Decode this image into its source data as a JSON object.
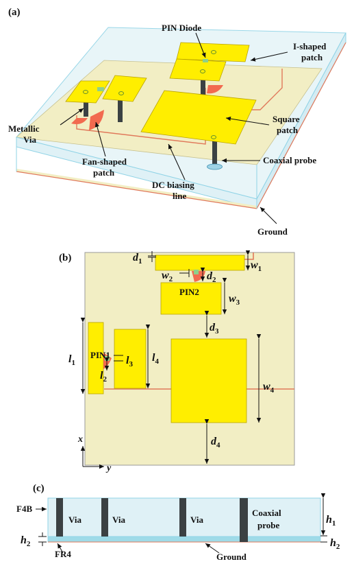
{
  "panels": {
    "a": {
      "label": "(a)",
      "callouts": {
        "pin_diode": "PIN Diode",
        "i_shaped_1": "I-shaped",
        "i_shaped_2": "patch",
        "metallic_1": "Metallic",
        "metallic_2": "Via",
        "square_1": "Square",
        "square_2": "patch",
        "fan_1": "Fan-shaped",
        "fan_2": "patch",
        "coax": "Coaxial probe",
        "dc_1": "DC biasing",
        "dc_2": "line",
        "ground": "Ground"
      }
    },
    "b": {
      "label": "(b)",
      "pin2": "PIN2",
      "pin1": "PIN1",
      "dims": {
        "d1": {
          "base": "d",
          "sub": "1"
        },
        "w1": {
          "base": "w",
          "sub": "1"
        },
        "w2": {
          "base": "w",
          "sub": "2"
        },
        "d2": {
          "base": "d",
          "sub": "2"
        },
        "w3": {
          "base": "w",
          "sub": "3"
        },
        "d3": {
          "base": "d",
          "sub": "3"
        },
        "l1": {
          "base": "l",
          "sub": "1"
        },
        "l2": {
          "base": "l",
          "sub": "2"
        },
        "l3": {
          "base": "l",
          "sub": "3"
        },
        "l4": {
          "base": "l",
          "sub": "4"
        },
        "w4": {
          "base": "w",
          "sub": "4"
        },
        "d4": {
          "base": "d",
          "sub": "4"
        }
      },
      "axis_x": "x",
      "axis_y": "y"
    },
    "c": {
      "label": "(c)",
      "f4b": "F4B",
      "fr4": "FR4",
      "via1": "Via",
      "via2": "Via",
      "via3": "Via",
      "coax_1": "Coaxial",
      "coax_2": "probe",
      "ground": "Ground",
      "h1": {
        "base": "h",
        "sub": "1"
      },
      "h2_left": {
        "base": "h",
        "sub": "2"
      },
      "h2_right": {
        "base": "h",
        "sub": "2"
      }
    }
  },
  "colors": {
    "substrate": "#f2eec4",
    "box": "#dff1f6",
    "box_edge": "#8fd3e6",
    "patch": "#ffee00",
    "fan": "#f26a4f",
    "via": "#3b4143",
    "ground_line": "#e0785a"
  }
}
